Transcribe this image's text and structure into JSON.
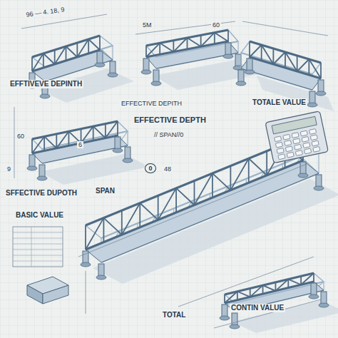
{
  "diagram": {
    "labels": [
      "96 — 4. 18, 9",
      "5M",
      "EFFTIVEVE DEPINTH",
      "EFFECTIVE DEPITH",
      "EFFECTIVE DEPTH",
      "// SPAN//0",
      "TOTALE VALUE",
      "60",
      "9",
      "SPAN",
      "48",
      "SFFECTIVE DUPOTH",
      "BASIC VALUE",
      "TOTAL",
      "CONTIN VALUE",
      "0",
      "60",
      "6"
    ]
  }
}
